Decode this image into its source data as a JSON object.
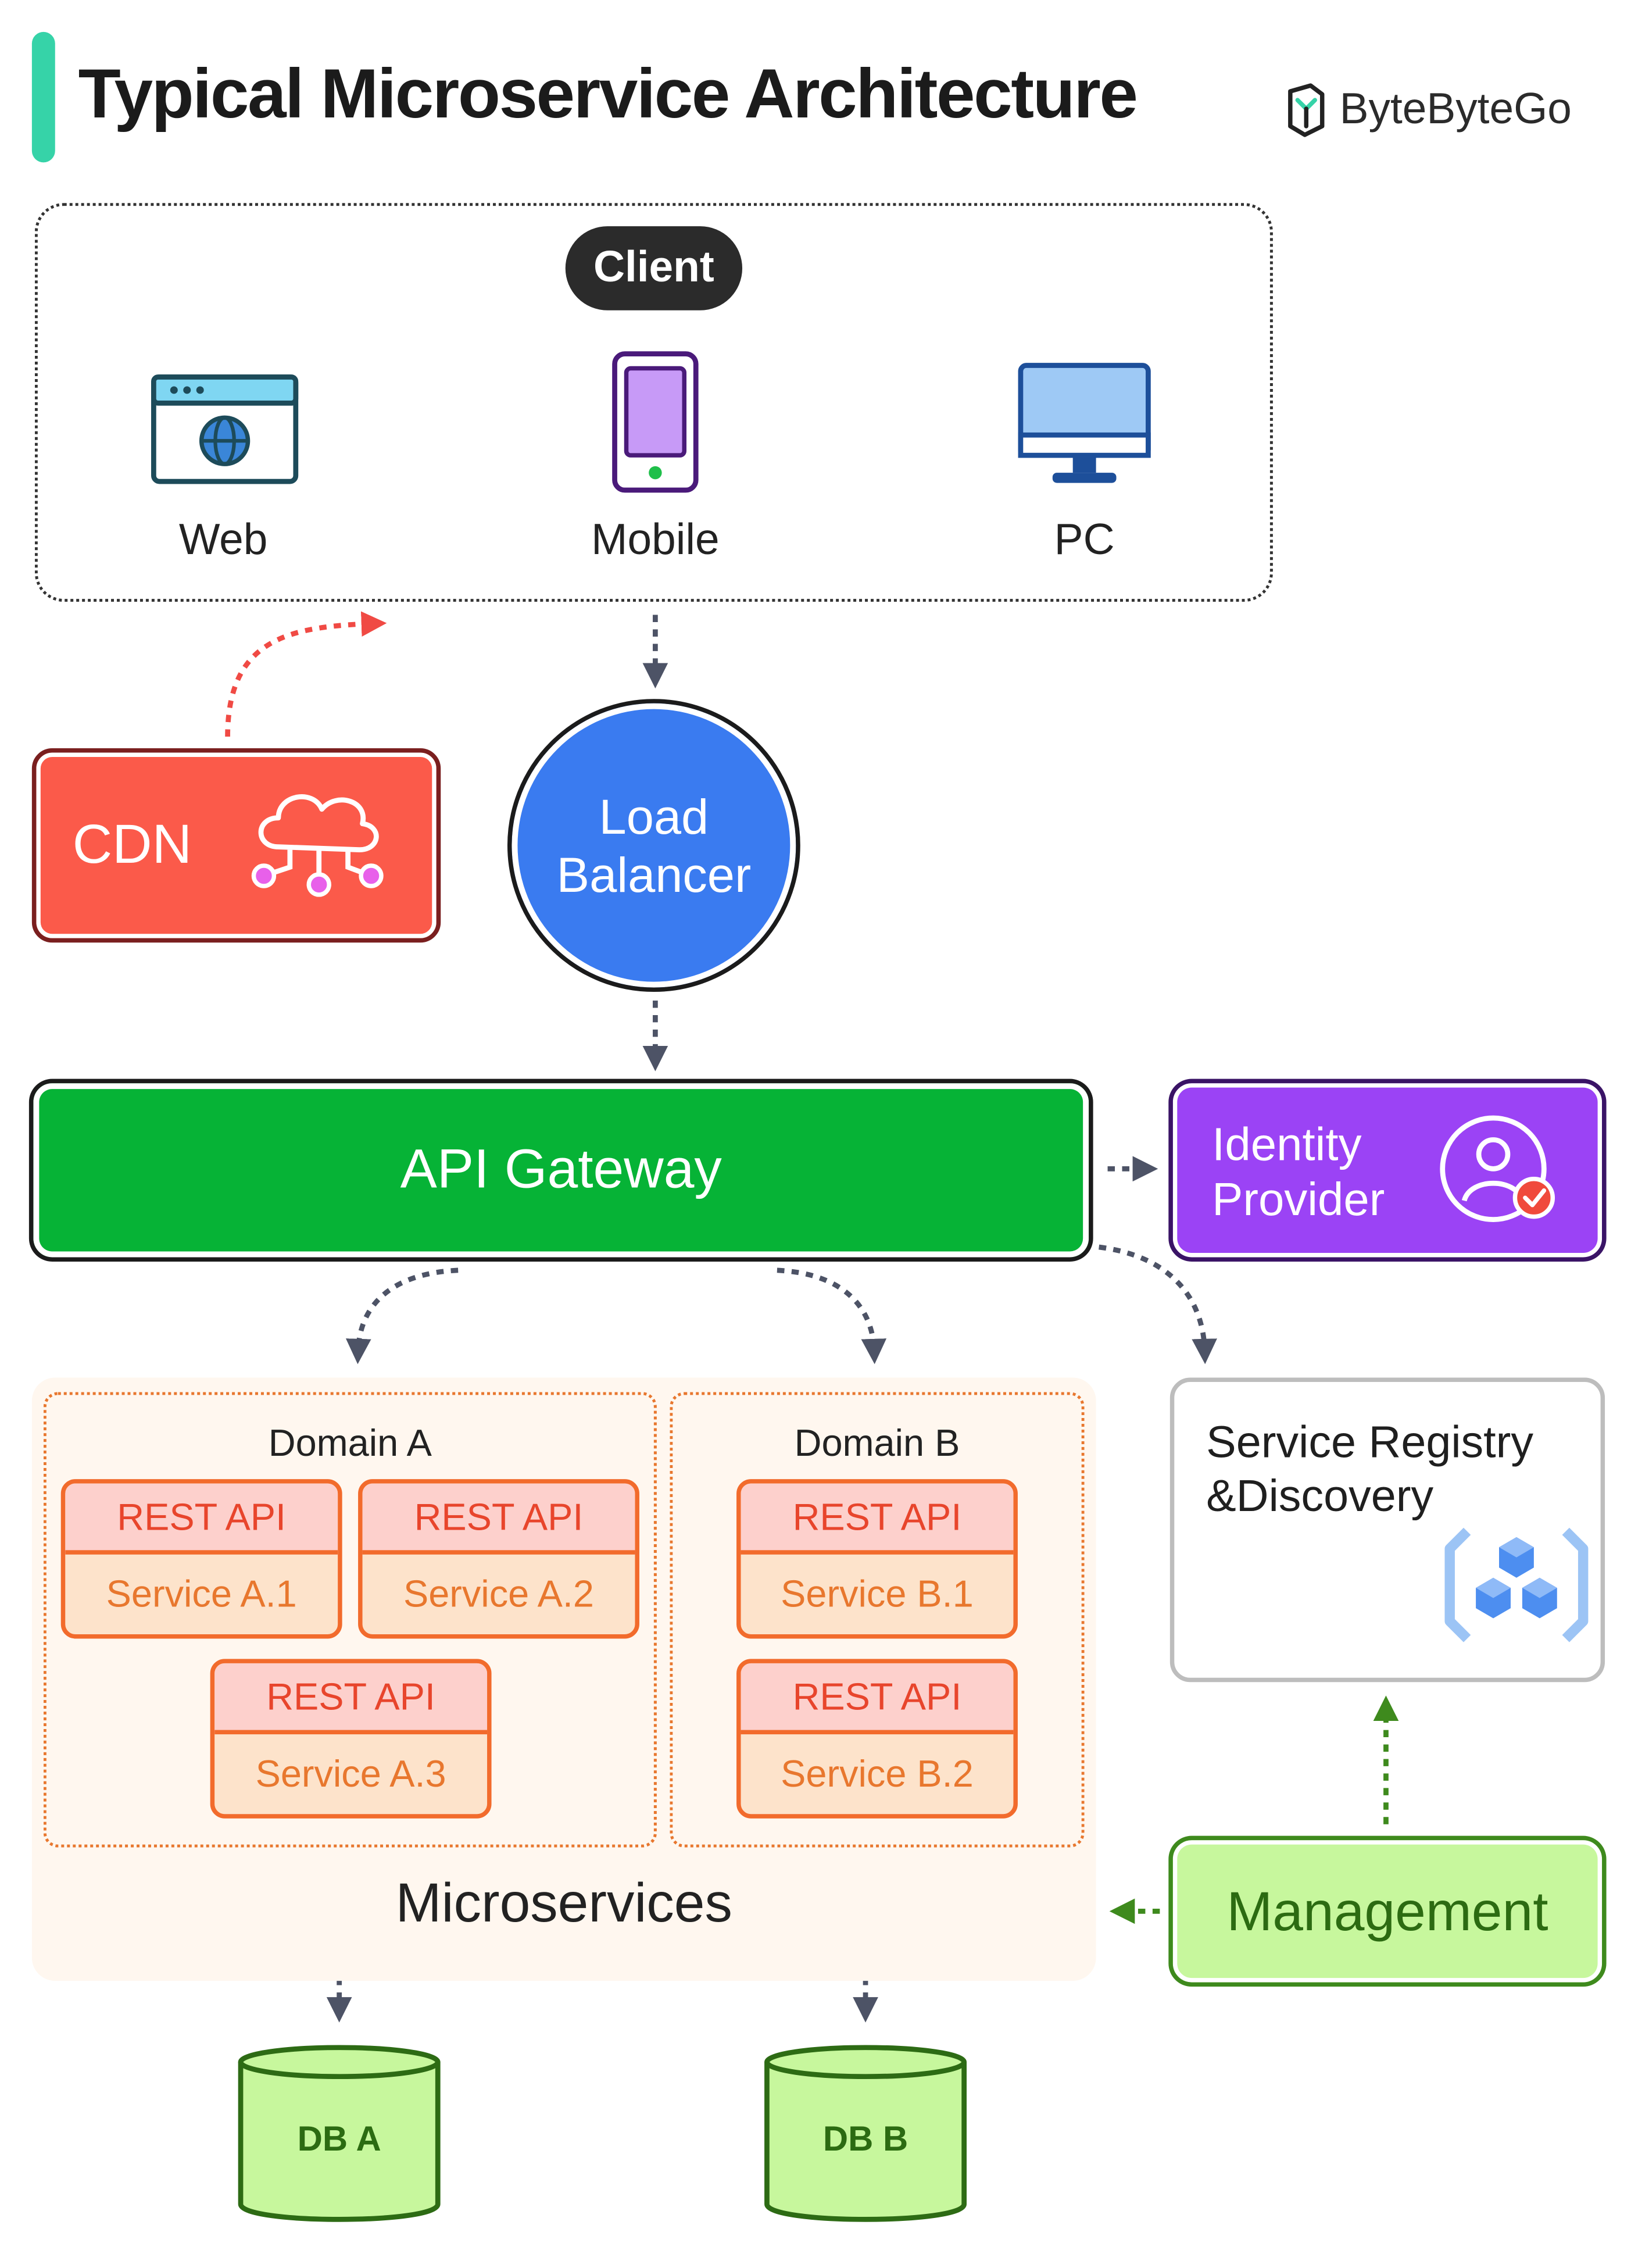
{
  "title": "Typical Microservice Architecture",
  "brand": "ByteByteGo",
  "client": {
    "label": "Client",
    "devices": [
      {
        "label": "Web",
        "icon": "browser-globe-icon"
      },
      {
        "label": "Mobile",
        "icon": "smartphone-icon"
      },
      {
        "label": "PC",
        "icon": "desktop-monitor-icon"
      }
    ]
  },
  "cdn": {
    "label": "CDN",
    "icon": "cloud-network-icon",
    "color": "#fb5a4a"
  },
  "load_balancer": {
    "line1": "Load",
    "line2": "Balancer",
    "color": "#3a7bf0"
  },
  "api_gateway": {
    "label": "API Gateway",
    "color": "#06b336"
  },
  "identity_provider": {
    "line1": "Identity",
    "line2": "Provider",
    "icon": "user-check-icon",
    "color": "#9b43f5"
  },
  "microservices": {
    "label": "Microservices",
    "domains": [
      {
        "label": "Domain A",
        "services": [
          {
            "api": "REST API",
            "name": "Service A.1"
          },
          {
            "api": "REST API",
            "name": "Service A.2"
          },
          {
            "api": "REST API",
            "name": "Service A.3"
          }
        ]
      },
      {
        "label": "Domain B",
        "services": [
          {
            "api": "REST API",
            "name": "Service B.1"
          },
          {
            "api": "REST API",
            "name": "Service B.2"
          }
        ]
      }
    ]
  },
  "service_registry": {
    "line1": "Service Registry",
    "line2": "&Discovery",
    "icon": "cubes-bracket-icon"
  },
  "management": {
    "label": "Management",
    "color": "#c7f79d"
  },
  "databases": [
    {
      "label": "DB A"
    },
    {
      "label": "DB B"
    }
  ]
}
